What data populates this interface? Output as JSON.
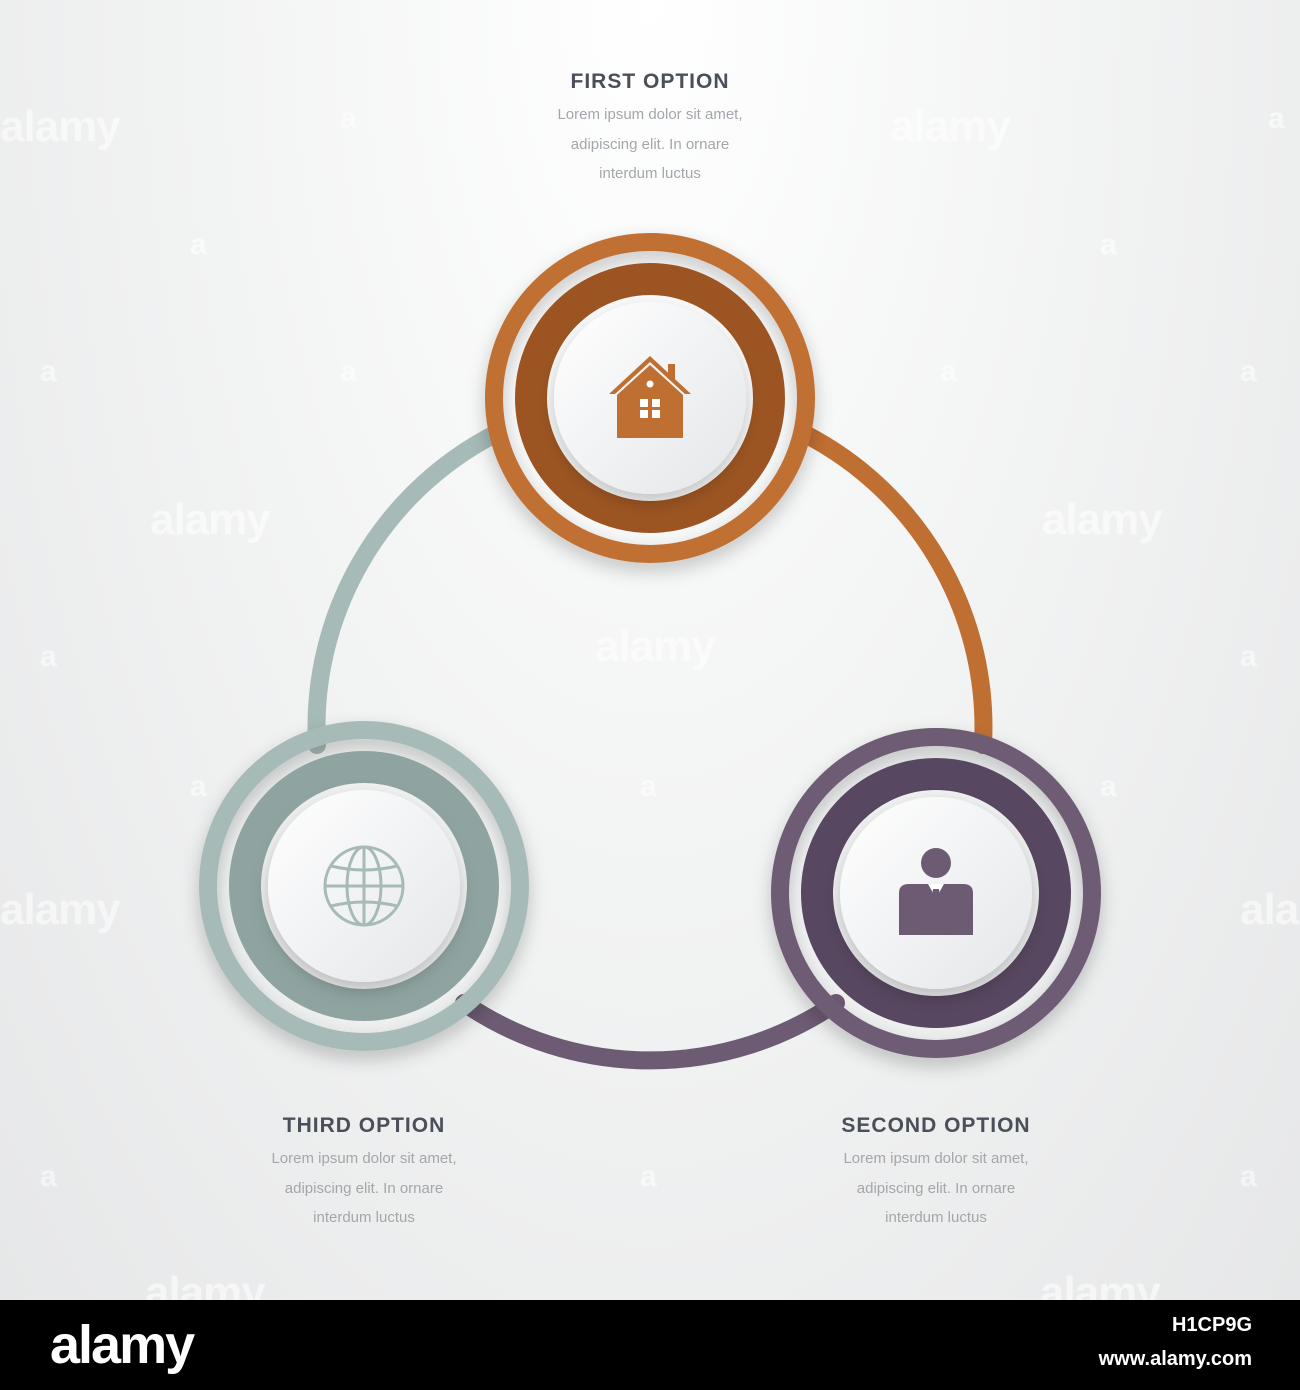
{
  "colors": {
    "first": "#c06f32",
    "first_dark": "#9c5522",
    "second": "#6d5b73",
    "second_dark": "#574760",
    "third": "#a6bab7",
    "third_dark": "#8fa4a1",
    "title": "#4a4f5a",
    "description": "#a3a6ab"
  },
  "options": {
    "first": {
      "title": "FIRST OPTION",
      "lines": [
        "Lorem ipsum dolor sit amet,",
        "adipiscing elit. In ornare",
        "interdum luctus"
      ],
      "icon": "house-icon"
    },
    "second": {
      "title": "SECOND OPTION",
      "lines": [
        "Lorem ipsum dolor sit amet,",
        "adipiscing elit. In ornare",
        "interdum luctus"
      ],
      "icon": "businessman-icon"
    },
    "third": {
      "title": "THIRD OPTION",
      "lines": [
        "Lorem ipsum dolor sit amet,",
        "adipiscing elit. In ornare",
        "interdum luctus"
      ],
      "icon": "globe-icon"
    }
  },
  "watermark": {
    "word": "alamy",
    "symbol": "a"
  },
  "footer": {
    "logo": "alamy",
    "image_id": "H1CP9G",
    "url": "www.alamy.com"
  }
}
